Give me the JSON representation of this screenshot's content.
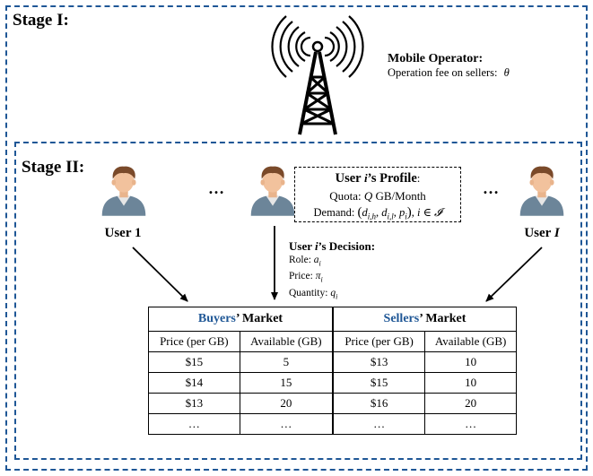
{
  "stage1": {
    "title": "Stage I:"
  },
  "stage2": {
    "title": "Stage II:"
  },
  "operator": {
    "title": "Mobile Operator:",
    "fee_text": "Operation fee on sellers:",
    "fee_symbol": "θ"
  },
  "users": {
    "first_label": "User 1",
    "last_label_prefix": "User ",
    "last_label_var": "I",
    "ellipsis": "…"
  },
  "profile": {
    "title_prefix": "User ",
    "title_var": "i",
    "title_suffix": "’s Profile",
    "title_colon": ":",
    "quota_prefix": "Quota: ",
    "quota_var": "Q",
    "quota_suffix": " GB/Month",
    "demand": "Demand: (d",
    "demand_expr": "(d_{i,h}, d_{i,l}, p_i),  i ∈ 𝓘"
  },
  "decision": {
    "title": "User i’s Decision:",
    "role": "Role: a_i",
    "price": "Price: π_i",
    "quantity": "Quantity: q_i"
  },
  "market": {
    "buyers_word": "Buyers",
    "buyers_suffix": "’ Market",
    "sellers_word": "Sellers",
    "sellers_suffix": "’ Market",
    "col_price": "Price (per GB)",
    "col_available": "Available (GB)",
    "rows": [
      [
        "$15",
        "5",
        "$13",
        "10"
      ],
      [
        "$14",
        "15",
        "$15",
        "10"
      ],
      [
        "$13",
        "20",
        "$16",
        "20"
      ],
      [
        "…",
        "…",
        "…",
        "…"
      ]
    ]
  },
  "colors": {
    "stage_border": "#1f5796",
    "market_accent": "#1f5796"
  }
}
